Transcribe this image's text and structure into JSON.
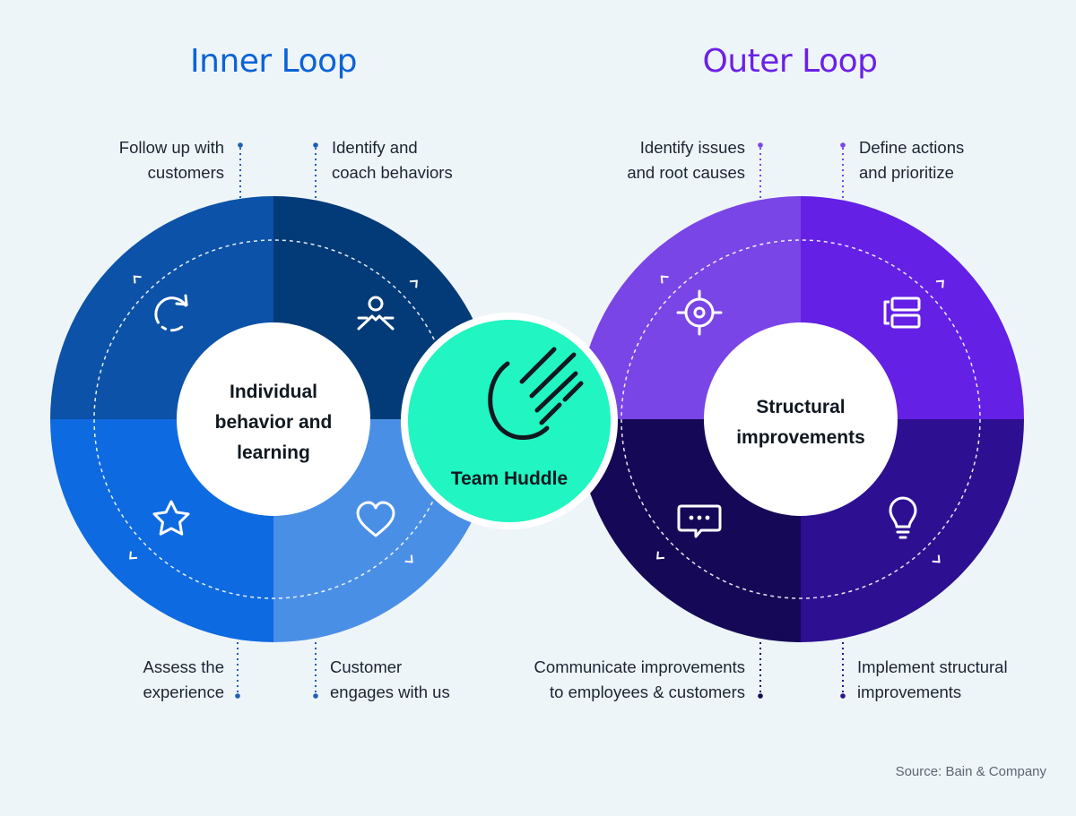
{
  "titles": {
    "inner": "Inner Loop",
    "outer": "Outer Loop"
  },
  "colors": {
    "background": "#eef5f9",
    "inner_title": "#0b63d6",
    "outer_title": "#6a22e6",
    "inner_segments": {
      "top_left": "#0c52a8",
      "top_right": "#033b78",
      "bottom_left": "#0e6ae0",
      "bottom_right": "#4a8fe6"
    },
    "outer_segments": {
      "top_left": "#7a45e6",
      "top_right": "#6520e6",
      "bottom_left": "#150957",
      "bottom_right": "#2d0f92"
    },
    "huddle": "#21f5c1",
    "inner_dots": "#1e5fb3",
    "outer_dots": "#7a45e6"
  },
  "inner_loop": {
    "center_label": [
      "Individual",
      "behavior and",
      "learning"
    ],
    "steps": {
      "follow_up": [
        "Follow up with",
        "customers"
      ],
      "identify_coach": [
        "Identify and",
        "coach behaviors"
      ],
      "assess": [
        "Assess the",
        "experience"
      ],
      "engages": [
        "Customer",
        "engages with us"
      ]
    },
    "icons": {
      "top_left": "refresh-icon",
      "top_right": "coach-person-icon",
      "bottom_left": "star-icon",
      "bottom_right": "heart-icon"
    }
  },
  "outer_loop": {
    "center_label": [
      "Structural",
      "improvements"
    ],
    "steps": {
      "identify_issues": [
        "Identify issues",
        "and root causes"
      ],
      "define_actions": [
        "Define actions",
        "and prioritize"
      ],
      "communicate": [
        "Communicate improvements",
        "to employees & customers"
      ],
      "implement": [
        "Implement structural",
        "improvements"
      ]
    },
    "icons": {
      "top_left": "target-icon",
      "top_right": "priority-stack-icon",
      "bottom_left": "chat-bubble-icon",
      "bottom_right": "lightbulb-icon"
    }
  },
  "huddle": {
    "label": "Team Huddle",
    "icon": "comet-logo-icon"
  },
  "source": "Source: Bain & Company"
}
